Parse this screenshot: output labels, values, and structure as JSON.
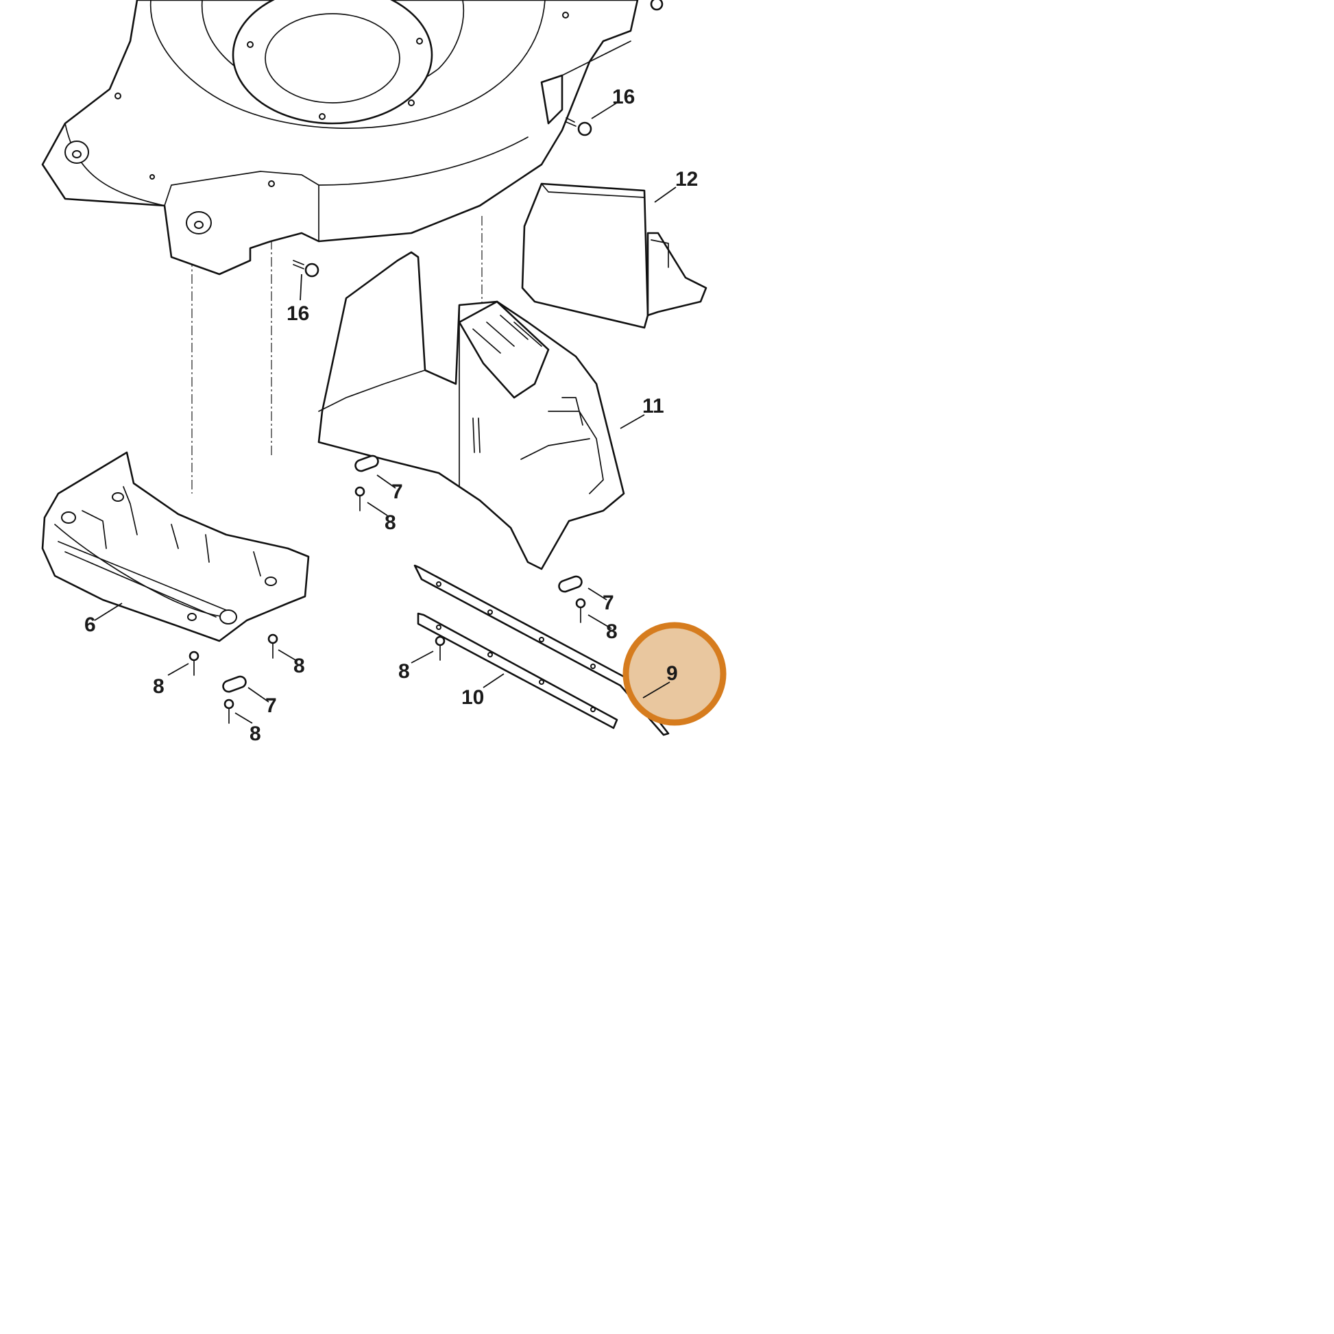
{
  "callouts": {
    "c16_top": "16",
    "c12": "12",
    "c16_left": "16",
    "c11": "11",
    "c7_a": "7",
    "c8_a": "8",
    "c6": "6",
    "c7_b": "7",
    "c8_b": "8",
    "c8_c": "8",
    "c9": "9",
    "c10": "10",
    "c8_d": "8",
    "c8_e": "8",
    "c7_c": "7",
    "c8_f": "8"
  },
  "highlight": {
    "part": "9",
    "fill": "#e9c79f",
    "stroke": "#d67c1e"
  }
}
